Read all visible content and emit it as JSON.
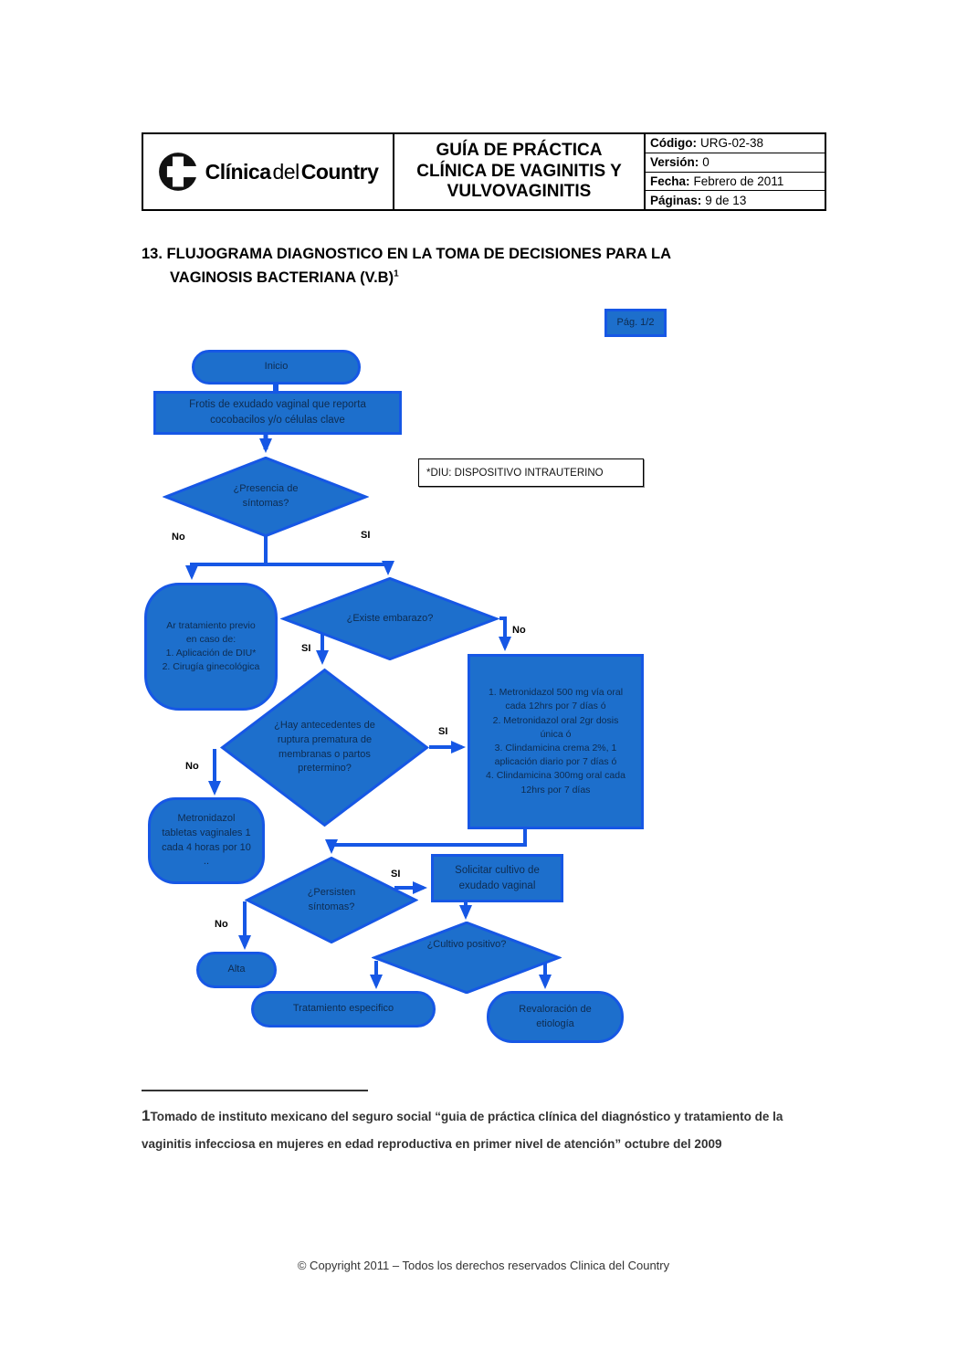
{
  "header": {
    "logo": {
      "part1": "Clínica",
      "part2": "del",
      "part3": "Country"
    },
    "title_line1": "GUÍA DE PRÁCTICA",
    "title_line2": "CLÍNICA DE  VAGINITIS Y",
    "title_line3": "VULVOVAGINITIS",
    "fields": [
      {
        "label": "Código:",
        "value": "URG-02-38"
      },
      {
        "label": "Versión:",
        "value": "0"
      },
      {
        "label": "Fecha:",
        "value": "Febrero de 2011"
      },
      {
        "label": "Páginas:",
        "value": "9 de 13"
      }
    ]
  },
  "section": {
    "number": "13.",
    "line1": "FLUJOGRAMA DIAGNOSTICO EN LA TOMA DE DECISIONES PARA LA",
    "line2": "VAGINOSIS BACTERIANA (V.B)",
    "sup": "1"
  },
  "flowchart": {
    "page_badge": "Pág. 1/2",
    "note": "*DIU:  DISPOSITIVO INTRAUTERINO",
    "colors": {
      "node_fill": "#1d6fcc",
      "node_border": "#1657e5",
      "node_text": "#0e2c50"
    },
    "nodes": {
      "inicio": "Inicio",
      "frotis": "Frotis de exudado vaginal que reporta\ncocobacilos y/o células clave",
      "presencia": "¿Presencia de\nsíntomas?",
      "ar_tratamiento": "Ar tratamiento previo\nen caso de:\n1. Aplicación de DIU*\n2. Cirugía ginecológica",
      "embarazo": "¿Existe embarazo?",
      "tratamiento_no_embarazo": "1. Metronidazol 500 mg vía oral\ncada 12hrs por 7 días ó\n2. Metronidazol oral 2gr dosis\núnica ó\n3. Clindamicina crema 2%, 1\naplicación diario por 7 días ó\n4. Clindamicina 300mg oral cada\n12hrs por 7 días",
      "hay_antecedentes": "¿Hay antecedentes de\nruptura prematura de\nmembranas o partos\npretermino?",
      "metronidazol_vaginal": "Metronidazol\ntabletas vaginales 1\ncada 4 horas por 10\n..",
      "persisten": "¿Persisten\nsíntomas?",
      "solicitar_cultivo": "Solicitar cultivo de\nexudado vaginal",
      "alta": "Alta",
      "cultivo_positivo": "¿Cultivo positivo?",
      "tratamiento_especifico": "Tratamiento especifico",
      "revaloracion": "Revaloración de\netiología"
    },
    "labels": {
      "presencia_no": "No",
      "presencia_si": "SI",
      "embarazo_si": "SI",
      "embarazo_no": "No",
      "hay_si": "SI",
      "hay_no": "No",
      "persisten_si": "SI",
      "persisten_no": "No"
    }
  },
  "footnote": {
    "number": "1",
    "text": "Tomado de instituto mexicano del seguro social “guia de práctica clínica del diagnóstico y tratamiento de la vaginitis infecciosa en mujeres en edad reproductiva en primer nivel de atención” octubre del 2009"
  },
  "copyright": "© Copyright 2011 – Todos los derechos reservados Clinica del Country"
}
